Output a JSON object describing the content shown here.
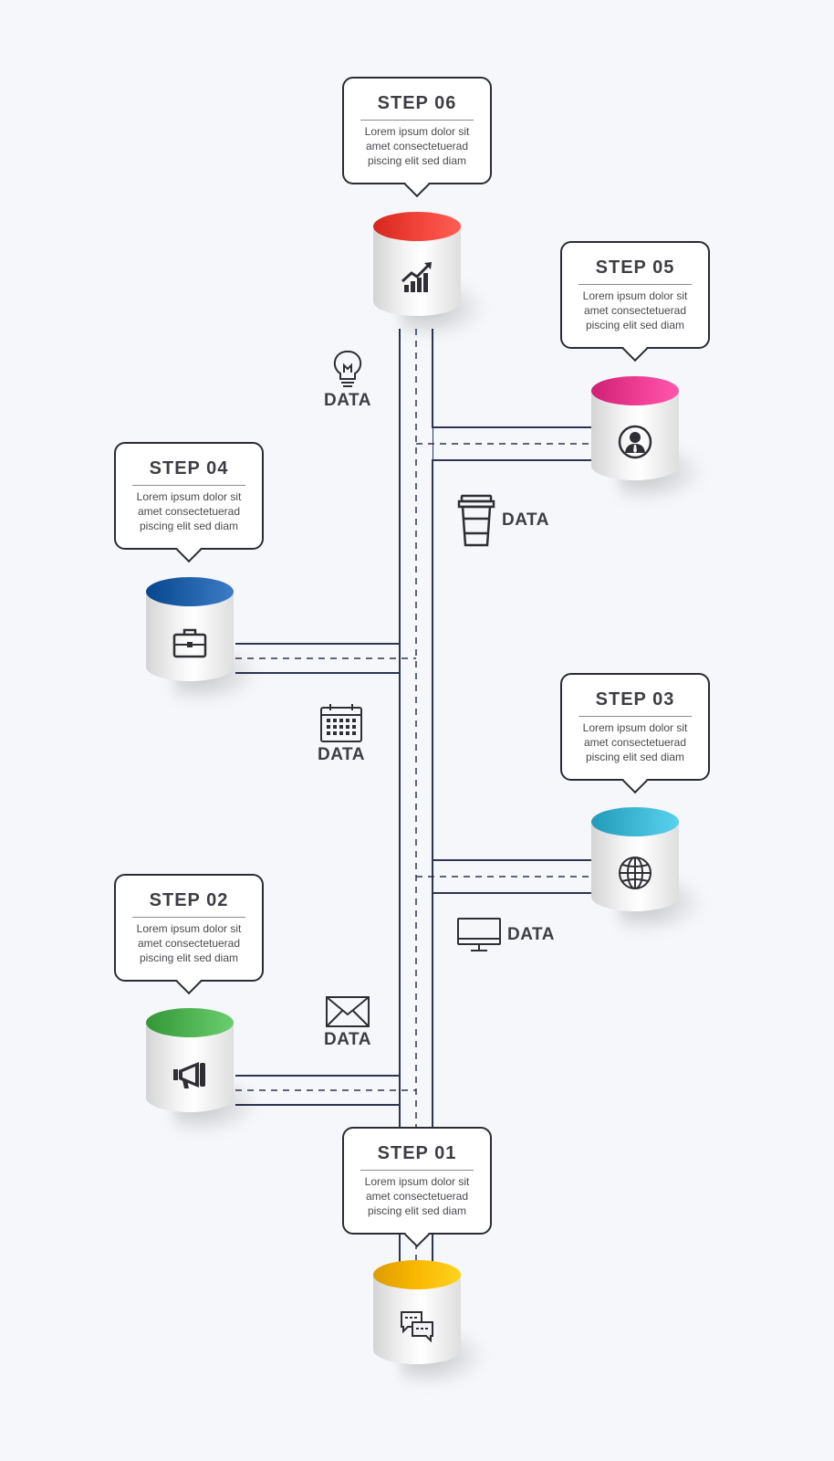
{
  "steps": [
    {
      "title": "STEP 01",
      "body": [
        "Lorem ipsum dolor sit",
        "amet consectetuerad",
        "piscing elit sed diam"
      ],
      "color": "#f7b500",
      "icon": "chat-icon"
    },
    {
      "title": "STEP 02",
      "body": [
        "Lorem ipsum dolor sit",
        "amet consectetuerad",
        "piscing elit sed diam"
      ],
      "color": "#4caf50",
      "icon": "megaphone-icon"
    },
    {
      "title": "STEP 03",
      "body": [
        "Lorem ipsum dolor sit",
        "amet consectetuerad",
        "piscing elit sed diam"
      ],
      "color": "#3bb4d2",
      "icon": "globe-icon"
    },
    {
      "title": "STEP 04",
      "body": [
        "Lorem ipsum dolor sit",
        "amet consectetuerad",
        "piscing elit sed diam"
      ],
      "color": "#1f5fa8",
      "icon": "briefcase-icon"
    },
    {
      "title": "STEP 05",
      "body": [
        "Lorem ipsum dolor sit",
        "amet consectetuerad",
        "piscing elit sed diam"
      ],
      "color": "#e9398f",
      "icon": "person-icon"
    },
    {
      "title": "STEP 06",
      "body": [
        "Lorem ipsum dolor sit",
        "amet consectetuerad",
        "piscing elit sed diam"
      ],
      "color": "#ee4036",
      "icon": "growth-chart-icon"
    }
  ],
  "data_labels": [
    {
      "text": "DATA",
      "icon": "lightbulb-icon"
    },
    {
      "text": "DATA",
      "icon": "coffee-cup-icon"
    },
    {
      "text": "DATA",
      "icon": "calendar-icon"
    },
    {
      "text": "DATA",
      "icon": "monitor-icon"
    },
    {
      "text": "DATA",
      "icon": "envelope-icon"
    }
  ]
}
